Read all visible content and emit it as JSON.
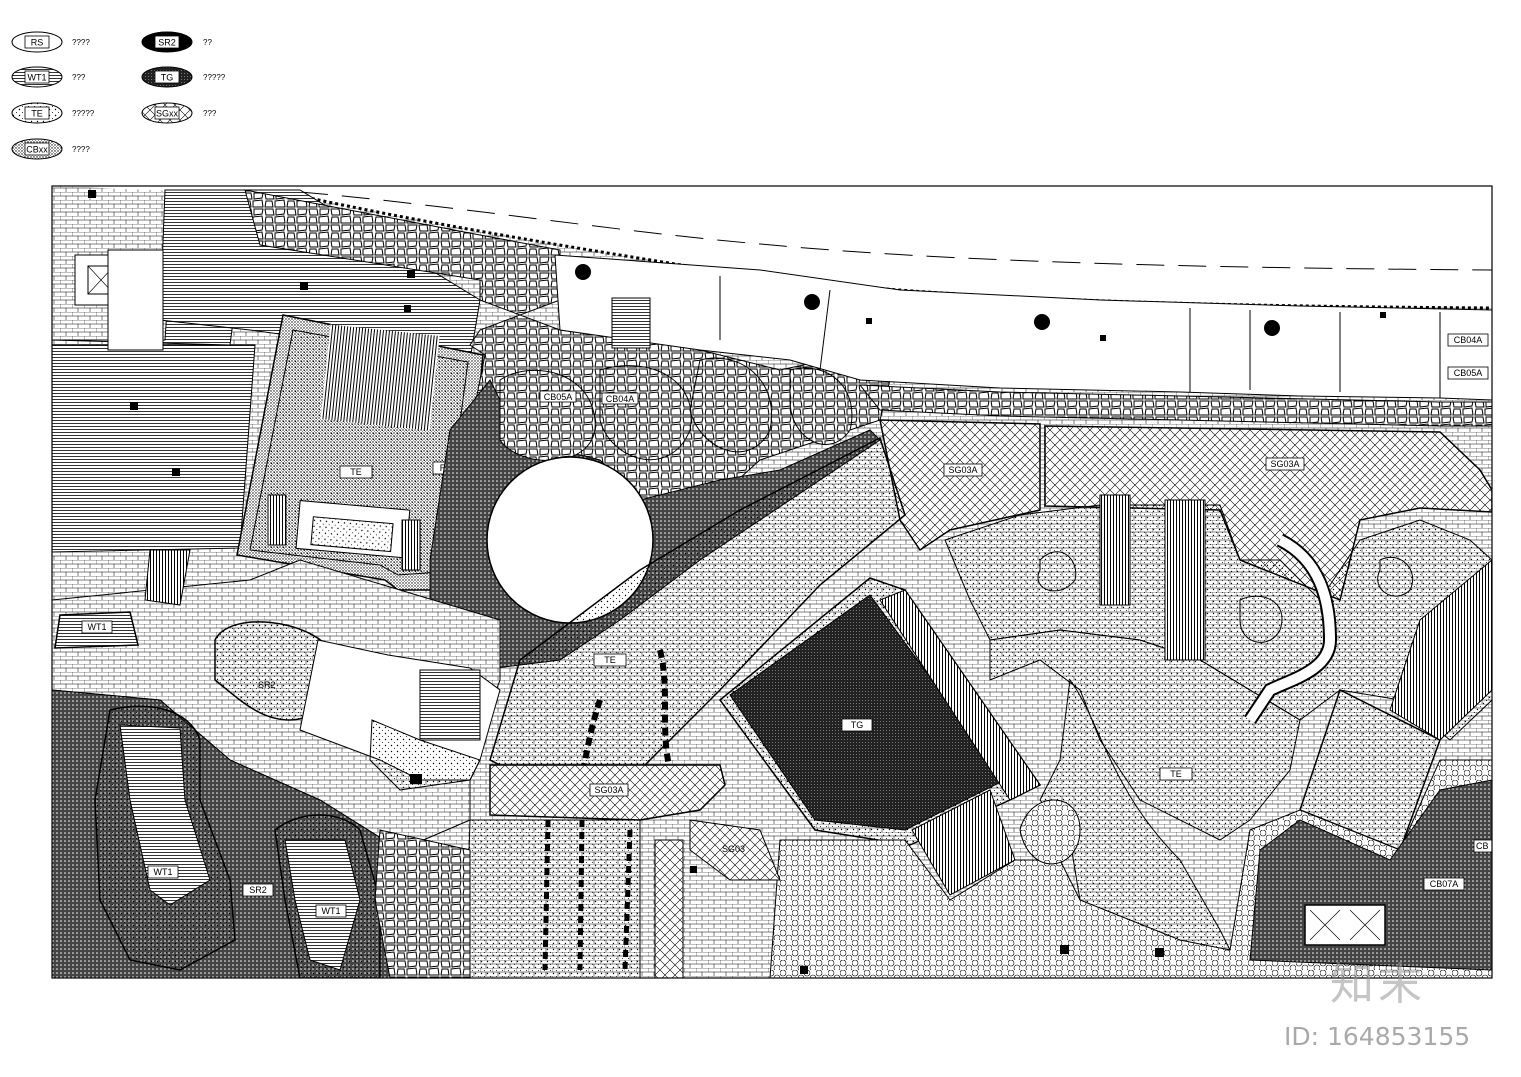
{
  "legend": [
    {
      "code": "RS",
      "desc": "????",
      "style": "white"
    },
    {
      "code": "SR2",
      "desc": "??",
      "style": "black"
    },
    {
      "code": "WT1",
      "desc": "???",
      "style": "striped"
    },
    {
      "code": "TG",
      "desc": "?????",
      "style": "dark"
    },
    {
      "code": "TE",
      "desc": "?????",
      "style": "dotted"
    },
    {
      "code": "SGxx",
      "desc": "???",
      "style": "cross"
    },
    {
      "code": "CBxx",
      "desc": "????",
      "style": "stone"
    }
  ],
  "plan_labels": {
    "te_court": "TE",
    "rs": "RS",
    "cb05a_1": "CB05A",
    "cb04a_1": "CB04A",
    "sg03a_1": "SG03A",
    "sg03a_2": "SG03A",
    "cb04a_2": "CB04A",
    "cb05a_2": "CB05A",
    "te_path": "TE",
    "tg": "TG",
    "te_right": "TE",
    "sg03a_3": "SG03A",
    "wt1_1": "WT1",
    "sr2_1": "SR2",
    "wt1_2": "WT1",
    "sr2_2": "SR2",
    "wt1_3": "WT1",
    "sg03": "SG03",
    "cb07a": "CB07A",
    "cb_edge": "CB"
  },
  "watermark": {
    "logo": "知末",
    "id": "ID: 164853155"
  }
}
